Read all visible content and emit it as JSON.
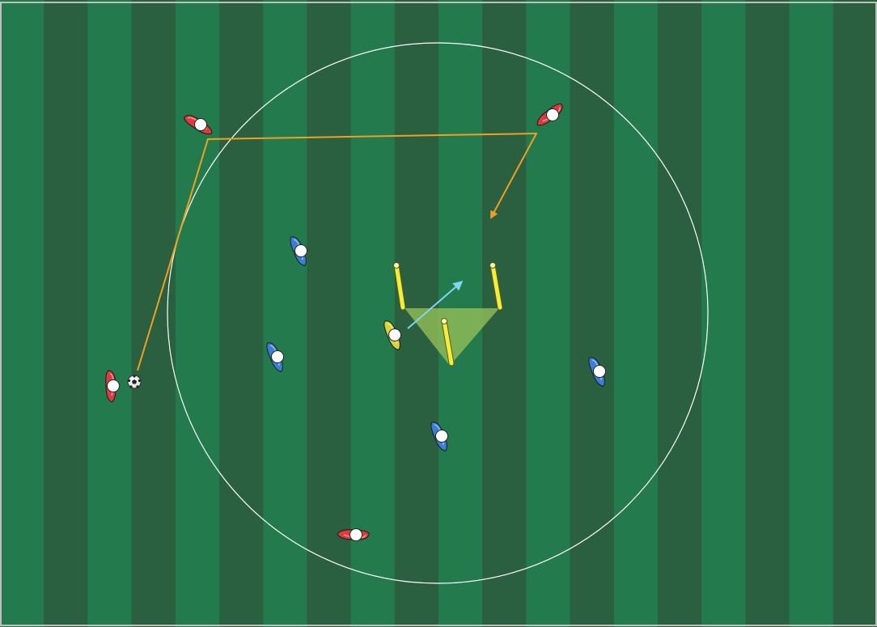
{
  "pitch": {
    "stripe_light": "#237a4d",
    "stripe_dark": "#2a5f3f",
    "border_color": "#bfbfbf",
    "circle_color": "#ffffff"
  },
  "colors": {
    "team_red": "#e0393e",
    "team_blue": "#3a7fd5",
    "neutral_yellow": "#d9d23a",
    "pole_yellow": "#f2ee3a",
    "pass_arrow": "#f0a020",
    "move_arrow": "#7fd6f2",
    "zone_fill": "#9bc35a"
  },
  "players": [
    {
      "team": "red",
      "icon": "player-red-top-left"
    },
    {
      "team": "red",
      "icon": "player-red-top-right"
    },
    {
      "team": "red",
      "icon": "player-red-left-with-ball"
    },
    {
      "team": "red",
      "icon": "player-red-bottom"
    },
    {
      "team": "blue",
      "icon": "player-blue-upper-left"
    },
    {
      "team": "blue",
      "icon": "player-blue-mid-left"
    },
    {
      "team": "blue",
      "icon": "player-blue-bottom-center"
    },
    {
      "team": "blue",
      "icon": "player-blue-right"
    },
    {
      "team": "yellow",
      "icon": "player-yellow-center"
    }
  ],
  "equipment": [
    "ball-icon",
    "pole-left",
    "pole-right",
    "pole-center",
    "triangle-zone"
  ],
  "arrows": [
    "pass-route-arrow",
    "run-arrow"
  ]
}
